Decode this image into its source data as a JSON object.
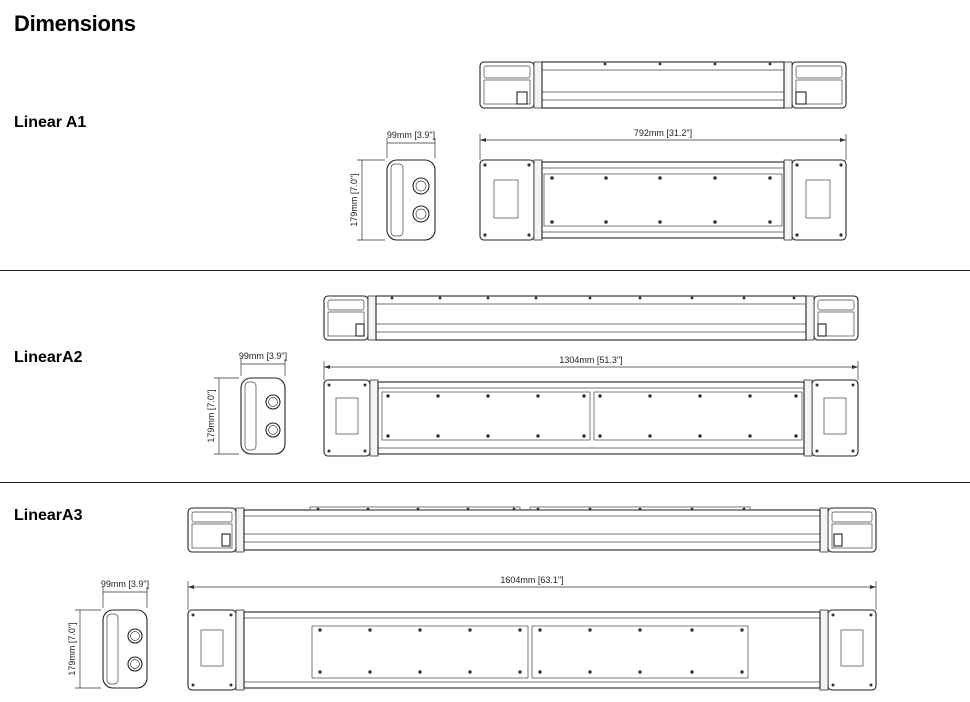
{
  "page": {
    "title": "Dimensions"
  },
  "sections": [
    {
      "label": "Linear A1",
      "width_dim": "99mm [3.9\"]",
      "height_dim": "179mm [7.0\"]",
      "length_dim": "792mm [31.2\"]"
    },
    {
      "label": "LinearA2",
      "width_dim": "99mm [3.9\"]",
      "height_dim": "179mm [7.0\"]",
      "length_dim": "1304mm [51.3\"]"
    },
    {
      "label": "LinearA3",
      "width_dim": "99mm [3.9\"]",
      "height_dim": "179mm [7.0\"]",
      "length_dim": "1604mm [63.1\"]"
    }
  ]
}
